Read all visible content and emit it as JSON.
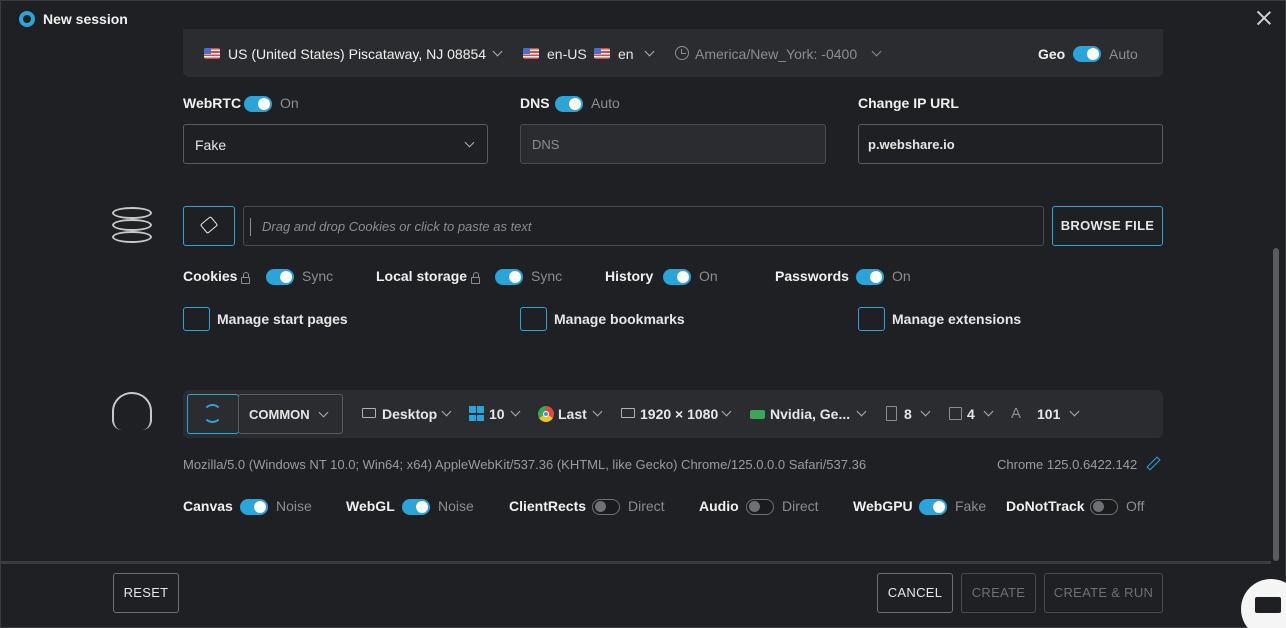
{
  "window": {
    "title": "New session"
  },
  "geo": {
    "location": "US (United States) Piscataway, NJ 08854",
    "language_code": "en-US",
    "language": "en",
    "timezone": "America/New_York: -0400",
    "geo_label": "Geo",
    "geo_value": "Auto"
  },
  "network": {
    "webrtc_label": "WebRTC",
    "webrtc_state": "On",
    "webrtc_mode": "Fake",
    "dns_label": "DNS",
    "dns_state": "Auto",
    "dns_placeholder": "DNS",
    "change_ip_label": "Change IP URL",
    "change_ip_value": "p.webshare.io"
  },
  "cookies": {
    "drop_placeholder": "Drag and drop Cookies or click to paste as text",
    "browse_label": "BROWSE FILE"
  },
  "sync": {
    "cookies_label": "Cookies",
    "cookies_state": "Sync",
    "local_storage_label": "Local storage",
    "local_storage_state": "Sync",
    "history_label": "History",
    "history_state": "On",
    "passwords_label": "Passwords",
    "passwords_state": "On"
  },
  "manage": {
    "start_pages": "Manage start pages",
    "bookmarks": "Manage bookmarks",
    "extensions": "Manage extensions"
  },
  "fingerprint": {
    "preset": "COMMON",
    "device": "Desktop",
    "os_version": "10",
    "browser": "Last",
    "resolution": "1920 × 1080",
    "gpu": "Nvidia, Ge...",
    "memory": "8",
    "cpu": "4",
    "fonts": "101",
    "user_agent": "Mozilla/5.0 (Windows NT 10.0; Win64; x64) AppleWebKit/537.36 (KHTML, like Gecko) Chrome/125.0.0.0 Safari/537.36",
    "chrome_version": "Chrome 125.0.6422.142"
  },
  "noise": {
    "canvas_label": "Canvas",
    "canvas_state": "Noise",
    "webgl_label": "WebGL",
    "webgl_state": "Noise",
    "clientrects_label": "ClientRects",
    "clientrects_state": "Direct",
    "audio_label": "Audio",
    "audio_state": "Direct",
    "webgpu_label": "WebGPU",
    "webgpu_state": "Fake",
    "dnt_label": "DoNotTrack",
    "dnt_state": "Off"
  },
  "footer": {
    "reset": "RESET",
    "cancel": "CANCEL",
    "create": "CREATE",
    "create_run": "CREATE & RUN"
  },
  "colors": {
    "accent": "#2aa4d9",
    "background": "#1f2023",
    "panel": "#2b2c2f"
  }
}
